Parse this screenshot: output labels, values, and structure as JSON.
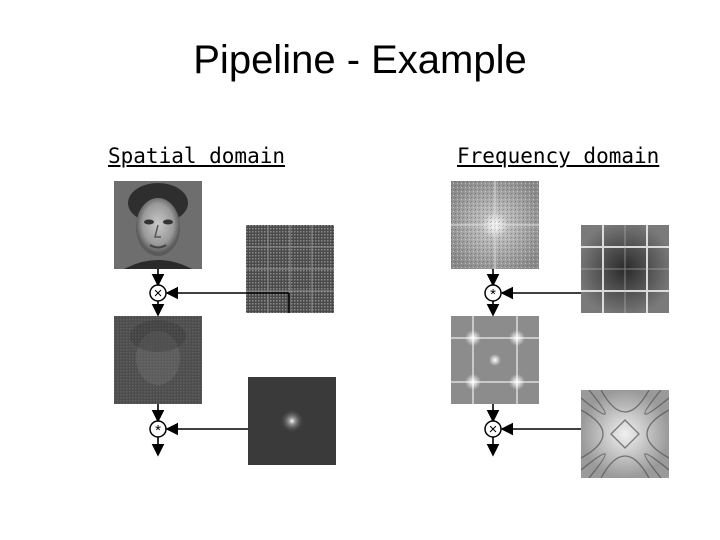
{
  "slide": {
    "title": "Pipeline - Example",
    "spatial_label": "Spatial domain",
    "frequency_label": "Frequency domain",
    "spatial_operator": "×",
    "frequency_operator": "*"
  },
  "images": {
    "spatial": [
      "face-photo",
      "grid-pattern",
      "filtered-face",
      "point-spread-dot"
    ],
    "frequency": [
      "fourier-spectrum",
      "grid-spectrum",
      "periodic-spectrum",
      "diamond-contour-spectrum"
    ]
  }
}
